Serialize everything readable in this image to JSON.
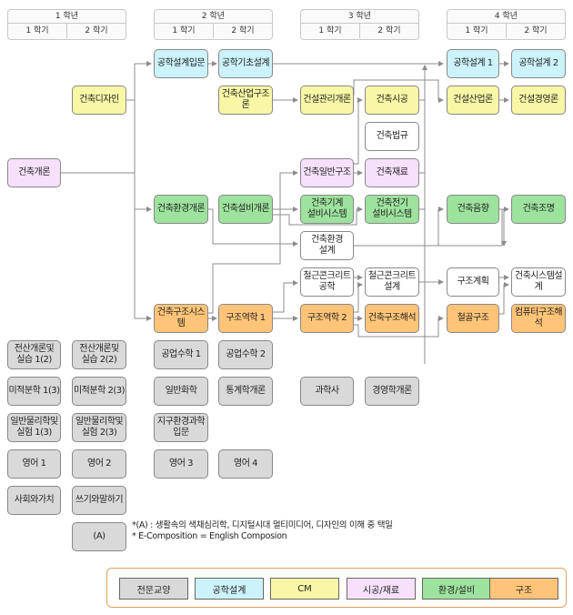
{
  "headers": [
    {
      "year": "1 학년",
      "sem1": "1 학기",
      "sem2": "2 학기"
    },
    {
      "year": "2 학년",
      "sem1": "1 학기",
      "sem2": "2 학기"
    },
    {
      "year": "3 학년",
      "sem1": "1 학기",
      "sem2": "2 학기"
    },
    {
      "year": "4 학년",
      "sem1": "1 학기",
      "sem2": "2 학기"
    }
  ],
  "courses": {
    "intro_arch": {
      "label": "건축개론",
      "category": "시공/재료"
    },
    "arch_design": {
      "label": "건축디자인",
      "category": "CM"
    },
    "eng_design_intro": {
      "label": "공학설계입문",
      "category": "공학설계"
    },
    "eng_basic_design": {
      "label": "공학기초설계",
      "category": "공학설계"
    },
    "arch_industry_structure": {
      "label": "건축산업구조론",
      "category": "CM"
    },
    "const_mgmt_intro": {
      "label": "건설관리개론",
      "category": "CM"
    },
    "arch_construction": {
      "label": "건축시공",
      "category": "CM"
    },
    "arch_law": {
      "label": "건축법규",
      "category": "none"
    },
    "eng_design1": {
      "label": "공학설계 1",
      "category": "공학설계"
    },
    "eng_design2": {
      "label": "공학설계 2",
      "category": "공학설계"
    },
    "const_industry": {
      "label": "건설산업론",
      "category": "CM"
    },
    "const_management": {
      "label": "건설경영론",
      "category": "CM"
    },
    "arch_general_structure": {
      "label": "건축일반구조",
      "category": "시공/재료"
    },
    "arch_materials": {
      "label": "건축재료",
      "category": "시공/재료"
    },
    "arch_env_intro": {
      "label": "건축환경개론",
      "category": "환경/설비"
    },
    "arch_equip_intro": {
      "label": "건축설비개론",
      "category": "환경/설비"
    },
    "arch_mech_systems": {
      "label": "건축기계\n설비시스템",
      "category": "환경/설비"
    },
    "arch_elec_systems": {
      "label": "건축전기\n설비시스템",
      "category": "환경/설비"
    },
    "arch_acoustics": {
      "label": "건축음향",
      "category": "환경/설비"
    },
    "arch_lighting": {
      "label": "건축조명",
      "category": "환경/설비"
    },
    "arch_env_design": {
      "label": "건축환경\n설계",
      "category": "none"
    },
    "rc_engineering": {
      "label": "철근콘크리트\n공학",
      "category": "none"
    },
    "rc_design": {
      "label": "철근콘크리트\n설계",
      "category": "none"
    },
    "struct_planning": {
      "label": "구조계획",
      "category": "none"
    },
    "arch_system_design": {
      "label": "건축시스템설계",
      "category": "none"
    },
    "arch_struct_systems": {
      "label": "건축구조시스템",
      "category": "구조"
    },
    "struct_mechanics1": {
      "label": "구조역학 1",
      "category": "구조"
    },
    "struct_mechanics2": {
      "label": "구조역학 2",
      "category": "구조"
    },
    "arch_struct_analysis": {
      "label": "건축구조해석",
      "category": "구조"
    },
    "steel_structure": {
      "label": "철골구조",
      "category": "구조"
    },
    "computer_struct_analysis": {
      "label": "컴퓨터구조해석",
      "category": "구조"
    },
    "cs_intro1": {
      "label": "전산개론및\n실습 1(2)",
      "category": "전문교양"
    },
    "cs_intro2": {
      "label": "전산개론및\n실습 2(2)",
      "category": "전문교양"
    },
    "calculus1": {
      "label": "미적분학 1(3)",
      "category": "전문교양"
    },
    "calculus2": {
      "label": "미적분학 2(3)",
      "category": "전문교양"
    },
    "physics1": {
      "label": "일반물리학및\n실험 1(3)",
      "category": "전문교양"
    },
    "physics2": {
      "label": "일반물리학및\n실험 2(3)",
      "category": "전문교양"
    },
    "eng_math1": {
      "label": "공업수학 1",
      "category": "전문교양"
    },
    "eng_math2": {
      "label": "공업수학 2",
      "category": "전문교양"
    },
    "gen_chem": {
      "label": "일반화학",
      "category": "전문교양"
    },
    "statistics": {
      "label": "통계학개론",
      "category": "전문교양"
    },
    "earth_env_science": {
      "label": "지구환경과학\n입문",
      "category": "전문교양"
    },
    "history_science": {
      "label": "과학사",
      "category": "전문교양"
    },
    "business_mgmt": {
      "label": "경영학개론",
      "category": "전문교양"
    },
    "english1": {
      "label": "영어 1",
      "category": "전문교양"
    },
    "english2": {
      "label": "영어 2",
      "category": "전문교양"
    },
    "english3": {
      "label": "영어 3",
      "category": "전문교양"
    },
    "english4": {
      "label": "영어 4",
      "category": "전문교양"
    },
    "society_values": {
      "label": "사회와가치",
      "category": "전문교양"
    },
    "writing_speaking": {
      "label": "쓰기와말하기",
      "category": "전문교양"
    },
    "elective_a": {
      "label": "(A)",
      "category": "전문교양"
    }
  },
  "notes": [
    "*(A) : 생활속의 색채심리학, 디지털시대 멀티미디어, 디자인의 이해 중 택일",
    "* E-Composition = English Composion"
  ],
  "legend": [
    {
      "label": "전문교양",
      "color": "#d9d9d9"
    },
    {
      "label": "공학설계",
      "color": "#ccf2fb"
    },
    {
      "label": "CM",
      "color": "#f7f7a6"
    },
    {
      "label": "시공/재료",
      "color": "#f6e0fb"
    },
    {
      "label": "환경/설비",
      "color": "#9de29d"
    },
    {
      "label": "구조",
      "color": "#ffc478"
    }
  ],
  "colors": {
    "connector": "#8c8c8c",
    "legend_border": "#e0a060"
  }
}
